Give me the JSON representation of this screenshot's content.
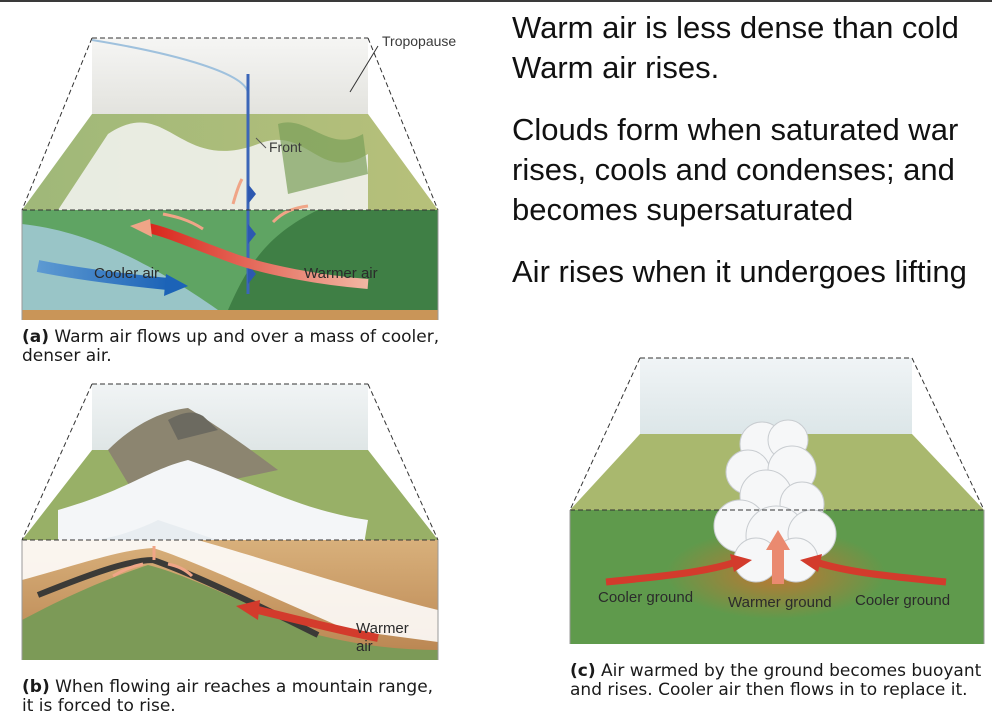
{
  "bullets": {
    "p1_line1": "Warm air is less dense than cold",
    "p1_line2": "Warm air rises.",
    "p2_line1": "Clouds form when saturated war",
    "p2_line2": "rises, cools and condenses; and",
    "p2_line3": "becomes supersaturated",
    "p3_line1": "Air rises when it undergoes lifting"
  },
  "panel_a": {
    "tropopause": "Tropopause",
    "front": "Front",
    "cooler_air": "Cooler air",
    "warmer_air": "Warmer air",
    "caption_letter": "(a)",
    "caption_text": " Warm air flows up and over a mass of cooler, denser air."
  },
  "panel_b": {
    "warmer_line1": "Warmer",
    "warmer_line2": "air",
    "caption_letter": "(b)",
    "caption_text": " When flowing air reaches a mountain range, it is forced to rise."
  },
  "panel_c": {
    "cooler_ground_left": "Cooler ground",
    "warmer_ground": "Warmer ground",
    "cooler_ground_right": "Cooler ground",
    "caption_letter": "(c)",
    "caption_text": " Air warmed by the ground becomes buoyant and rises. Cooler air then flows in to replace it."
  }
}
